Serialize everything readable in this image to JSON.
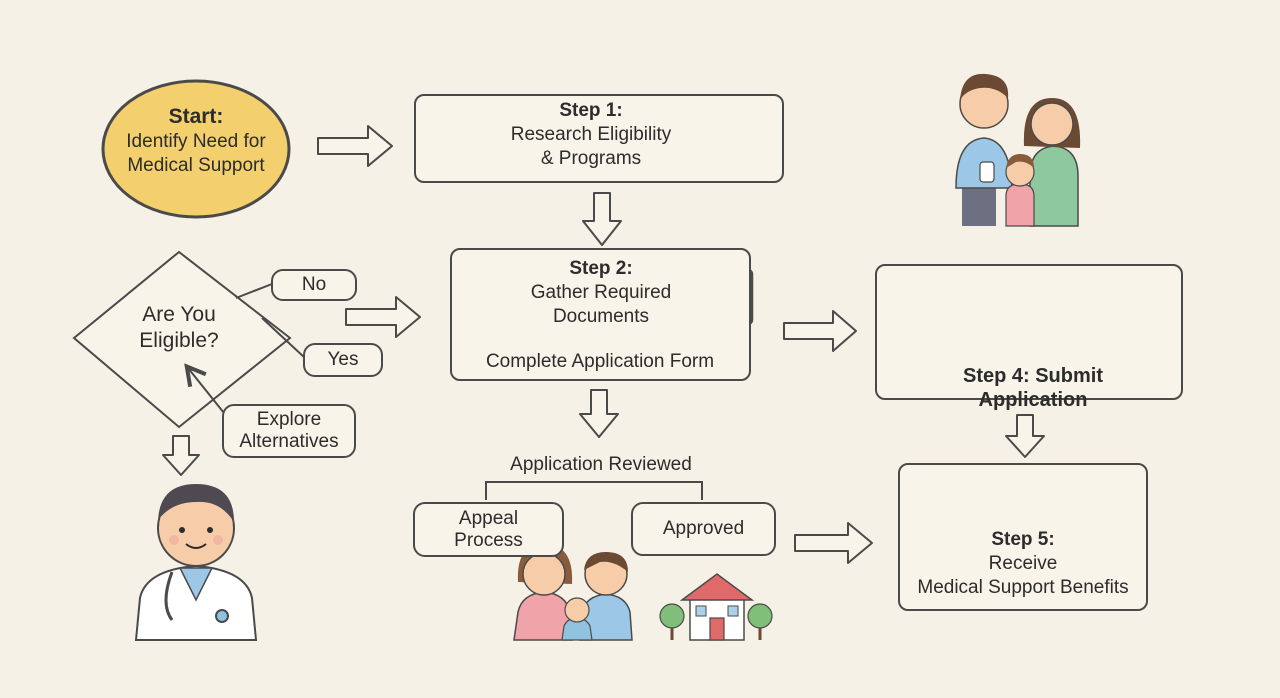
{
  "start": {
    "line1": "Start:",
    "line2": "Identify Need for",
    "line3": "Medical Support"
  },
  "step1": {
    "line1": "Step 1:",
    "line2": "Research Eligibility",
    "line3": "& Programs"
  },
  "step2": {
    "line1": "Step 2:",
    "line2": "Gather Required",
    "line3": "Documents",
    "sub": "Complete Application Form"
  },
  "decision": {
    "line1": "Are You",
    "line2": "Eligible?",
    "no": "No",
    "yes": "Yes"
  },
  "explore": {
    "line1": "Explore",
    "line2": "Alternatives"
  },
  "step4": {
    "line1": "Step 4: Submit",
    "line2": "Application"
  },
  "reviewed": "Application Reviewed",
  "appeal": {
    "line1": "Appeal",
    "line2": "Process"
  },
  "approved": "Approved",
  "step5": {
    "line1": "Step 5:",
    "line2": "Receive",
    "line3": "Medical Support Benefits"
  },
  "colors": {
    "start_fill": "#f4cf6e",
    "start_border": "#4a4a4a",
    "line": "#4a4a4a",
    "accent_blue": "#8fc3e0",
    "heart_red": "#e06a6a",
    "envelope_yellow": "#f4d27a",
    "background": "#f6f1e6"
  },
  "icons": [
    "magnifier-icon",
    "documents-icon",
    "sticky-note-icon",
    "monitor-pen-icon",
    "envelope-icon",
    "curved-arrow-icon",
    "heart-monitor-icon",
    "wheelchair-icon",
    "medical-cross-icon",
    "family-illustration",
    "doctor-illustration",
    "couple-child-illustration",
    "house-icon"
  ]
}
